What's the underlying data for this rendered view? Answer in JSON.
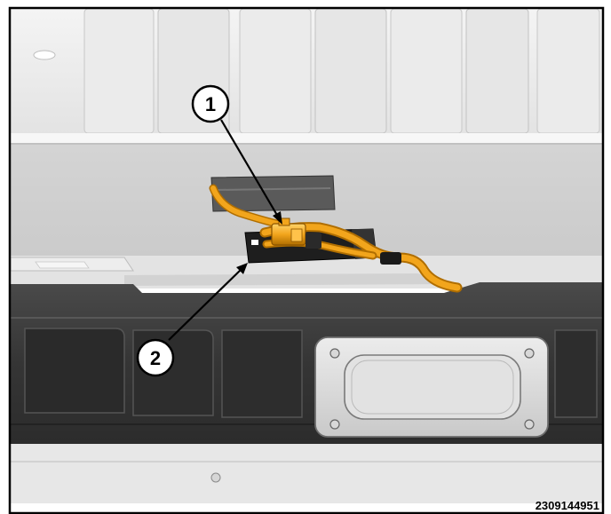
{
  "figure": {
    "id": "2309144951"
  },
  "callouts": [
    {
      "label": "1"
    },
    {
      "label": "2"
    }
  ],
  "colors": {
    "cable": "#f2a51c",
    "cable_dark": "#b06e00",
    "panel_dark": "#3a3a3a",
    "panel_mid": "#555555",
    "panel_light": "#e9e9e9",
    "frame": "#000000"
  }
}
